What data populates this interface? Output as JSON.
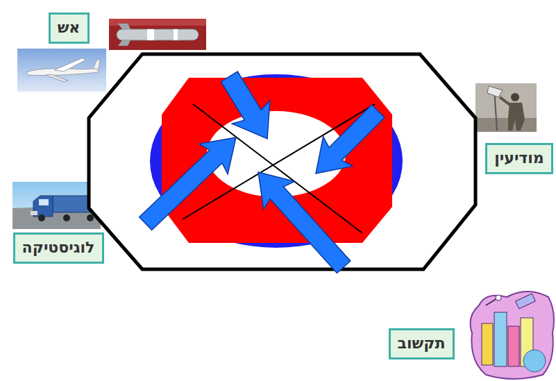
{
  "diagram": {
    "nodes": [
      {
        "text": [
          "אש"
        ]
      },
      {
        "text": [
          "מודיעין"
        ]
      },
      {
        "text": [
          "לוגיסטיקה"
        ]
      },
      {
        "text": [
          "תקשוב"
        ]
      }
    ]
  }
}
